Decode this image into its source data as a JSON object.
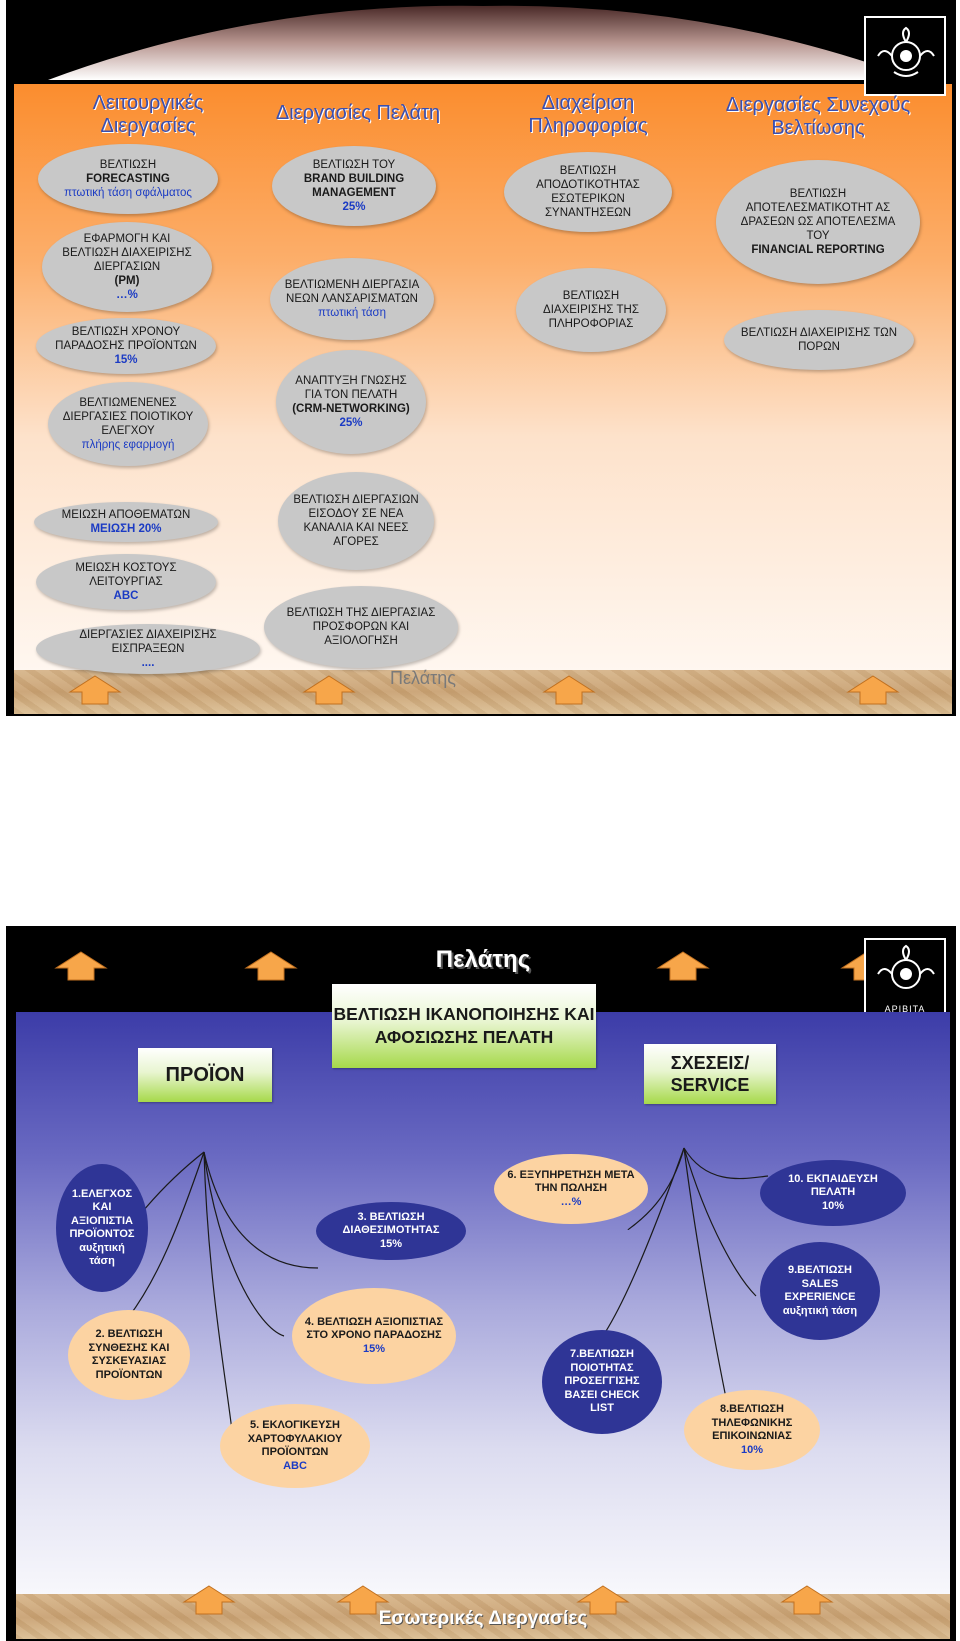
{
  "slide1": {
    "columns": {
      "col1": "Λειτουργικές Διεργασίες",
      "col2": "Διεργασίες Πελάτη",
      "col3": "Διαχείριση Πληροφορίας",
      "col4": "Διεργασίες Συνεχούς Βελτίωσης"
    },
    "col1_items": [
      {
        "text": "ΒΕΛΤΙΩΣΗ",
        "bold": "FORECASTING",
        "extra": "πτωτική τάση σφάλματος"
      },
      {
        "text": "ΕΦΑΡΜΟΓΗ ΚΑΙ ΒΕΛΤΙΩΣΗ ΔΙΑΧΕΙΡΙΣΗΣ ΔΙΕΡΓΑΣΙΩΝ",
        "bold": "(PM)",
        "extra": "…%"
      },
      {
        "text": "ΒΕΛΤΙΩΣΗ ΧΡΟΝΟΥ ΠΑΡΑΔΟΣΗΣ ΠΡΟΪΟΝΤΩΝ",
        "bold": "",
        "extra": "15%"
      },
      {
        "text": "ΒΕΛΤΙΩΜΕΝΕΝΕΣ ΔΙΕΡΓΑΣΙΕΣ ΠΟΙΟΤΙΚΟΥ ΕΛΕΓΧΟΥ",
        "bold": "",
        "extra": "πλήρης εφαρμογή"
      },
      {
        "text": "ΜΕΙΩΣΗ ΑΠΟΘΕΜΑΤΩΝ",
        "bold": "",
        "extra": "ΜΕΙΩΣΗ 20%"
      },
      {
        "text": "ΜΕΙΩΣΗ ΚΟΣΤΟΥΣ ΛΕΙΤΟΥΡΓΙΑΣ",
        "bold": "",
        "extra": "ABC"
      },
      {
        "text": "ΔΙΕΡΓΑΣΙΕΣ ΔΙΑΧΕΙΡΙΣΗΣ ΕΙΣΠΡΑΞΕΩΝ",
        "bold": "",
        "extra": "...."
      }
    ],
    "col2_items": [
      {
        "text": "ΒΕΛΤΙΩΣΗ ΤΟΥ",
        "bold": "BRAND BUILDING MANAGEMENT",
        "extra": "25%"
      },
      {
        "text": "ΒΕΛΤΙΩΜΕΝΗ ΔΙΕΡΓΑΣΙΑ ΝΕΩΝ ΛΑΝΣΑΡΙΣΜΑΤΩΝ",
        "bold": "",
        "extra": "πτωτική τάση"
      },
      {
        "text": "ΑΝΑΠΤΥΞΗ ΓΝΩΣΗΣ ΓΙΑ ΤΟΝ ΠΕΛΑΤΗ",
        "bold": "(CRM-NETWORKING)",
        "extra": "25%"
      },
      {
        "text": "ΒΕΛΤΙΩΣΗ ΔΙΕΡΓΑΣΙΩΝ ΕΙΣΟΔΟΥ ΣΕ ΝΕΑ ΚΑΝΑΛΙΑ ΚΑΙ ΝΕΕΣ ΑΓΟΡΕΣ",
        "bold": "",
        "extra": ""
      },
      {
        "text": "ΒΕΛΤΙΩΣΗ ΤΗΣ ΔΙΕΡΓΑΣΙΑΣ ΠΡΟΣΦΟΡΩΝ ΚΑΙ ΑΞΙΟΛΟΓΗΣΗ",
        "bold": "",
        "extra": ""
      }
    ],
    "col3_items": [
      {
        "text": "ΒΕΛΤΙΩΣΗ ΑΠΟΔΟΤΙΚΟΤΗΤΑΣ ΕΣΩΤΕΡΙΚΩΝ ΣΥΝΑΝΤΗΣΕΩΝ"
      },
      {
        "text": "ΒΕΛΤΙΩΣΗ ΔΙΑΧΕΙΡΙΣΗΣ ΤΗΣ ΠΛΗΡΟΦΟΡΙΑΣ"
      }
    ],
    "col4_items": [
      {
        "text": "ΒΕΛΤΙΩΣΗ ΑΠΟΤΕΛΕΣΜΑΤΙΚΟΤΗΤ ΑΣ ΔΡΑΣΕΩΝ ΩΣ ΑΠΟΤΕΛΕΣΜΑ ΤΟΥ",
        "bold": "FINANCIAL REPORTING"
      },
      {
        "text": "ΒΕΛΤΙΩΣΗ ΔΙΑΧΕΙΡΙΣΗΣ ΤΩΝ ΠΟΡΩΝ"
      }
    ],
    "footer_label": "Πελάτης"
  },
  "slide2": {
    "title": "Πελάτης",
    "bottom_title": "Εσωτερικές Διεργασίες",
    "center_box": "ΒΕΛΤΙΩΣΗ ΙΚΑΝΟΠΟΙΗΣΗΣ ΚΑΙ ΑΦΟΣΙΩΣΗΣ ΠΕΛΑΤΗ",
    "left_box": "ΠΡΟΪΟΝ",
    "right_box": "ΣΧΕΣΕΙΣ/ SERVICE",
    "items": {
      "i1": {
        "text": "1.ΕΛΕΓΧΟΣ ΚΑΙ ΑΞΙΟΠΙΣΤΙΑ ΠΡΟΪΟΝΤΟΣ",
        "extra": "αυξητική τάση"
      },
      "i2": {
        "text": "2. ΒΕΛΤΙΩΣΗ ΣΥΝΘΕΣΗΣ ΚΑΙ ΣΥΣΚΕΥΑΣΙΑΣ ΠΡΟΪΟΝΤΩΝ",
        "extra": ""
      },
      "i3": {
        "text": "3. ΒΕΛΤΙΩΣΗ ΔΙΑΘΕΣΙΜΟΤΗΤΑΣ",
        "extra": "15%"
      },
      "i4": {
        "text": "4. ΒΕΛΤΙΩΣΗ ΑΞΙΟΠΙΣΤΙΑΣ ΣΤΟ ΧΡΟΝΟ ΠΑΡΑΔΟΣΗΣ",
        "extra": "15%"
      },
      "i5": {
        "text": "5. ΕΚΛΟΓΙΚΕΥΣΗ ΧΑΡΤΟΦΥΛΑΚΙΟΥ ΠΡΟΪΟΝΤΩΝ",
        "extra": "ABC"
      },
      "i6": {
        "text": "6. ΕΞΥΠΗΡΕΤΗΣΗ ΜΕΤΑ ΤΗΝ ΠΩΛΗΣΗ",
        "extra": "…%"
      },
      "i7": {
        "text": "7.ΒΕΛΤΙΩΣΗ ΠΟΙΟΤΗΤΑΣ ΠΡΟΣΕΓΓΙΣΗΣ ΒΑΣΕΙ CHECK LIST",
        "extra": ""
      },
      "i8": {
        "text": "8.ΒΕΛΤΙΩΣΗ ΤΗΛΕΦΩΝΙΚΗΣ ΕΠΙΚΟΙΝΩΝΙΑΣ",
        "extra": "10%"
      },
      "i9": {
        "text": "9.ΒΕΛΤΙΩΣΗ SALES EXPERIENCE",
        "extra": "αυξητική τάση"
      },
      "i10": {
        "text": "10. ΕΚΠΑΙΔΕΥΣΗ ΠΕΛΑΤΗ",
        "extra": "10%"
      }
    }
  },
  "logo": {
    "text": "ΑΡΙΒΙΤΑ",
    "icon": "ornament-icon"
  },
  "colors": {
    "orange": "#fb8d2e",
    "gray_ellipse": "#c8c8c8",
    "dark_ellipse": "#2f3596",
    "light_ellipse": "#fcd3a2",
    "blue_text": "#1b3bc4"
  }
}
